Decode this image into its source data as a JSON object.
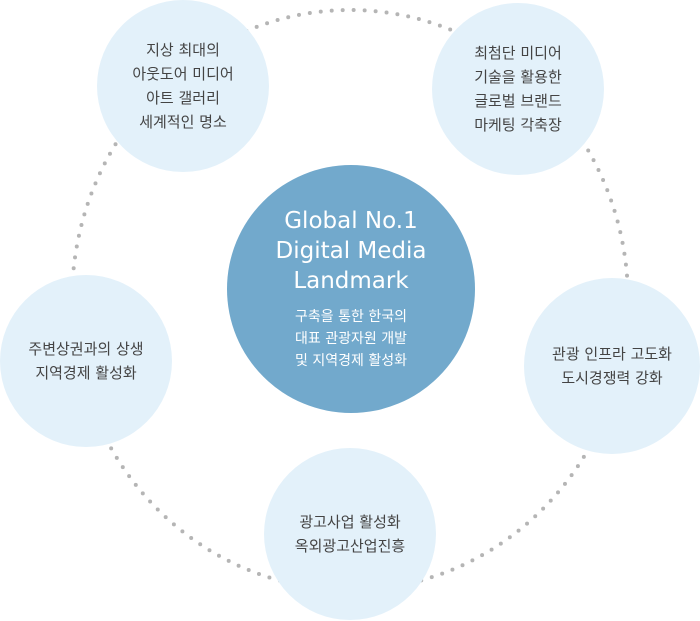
{
  "center": {
    "title": [
      "Global No.1",
      "Digital Media",
      "Landmark"
    ],
    "subtitle": [
      "구축을 통한 한국의",
      "대표 관광자원 개발",
      "및 지역경제 활성화"
    ]
  },
  "nodes": [
    {
      "lines": [
        "지상 최대의",
        "아웃도어 미디어",
        "아트 갤러리",
        "세계적인 명소"
      ]
    },
    {
      "lines": [
        "최첨단 미디어",
        "기술을 활용한",
        "글로벌 브랜드",
        "마케팅 각축장"
      ]
    },
    {
      "lines": [
        "주변상권과의 상생",
        "지역경제 활성화"
      ]
    },
    {
      "lines": [
        "관광 인프라 고도화",
        "도시경쟁력 강화"
      ]
    },
    {
      "lines": [
        "광고사업 활성화",
        "옥외광고산업진흥"
      ]
    }
  ],
  "colors": {
    "center": "#72a9cc",
    "node": "#e3f1fa",
    "dots": "#b5b5b5"
  }
}
